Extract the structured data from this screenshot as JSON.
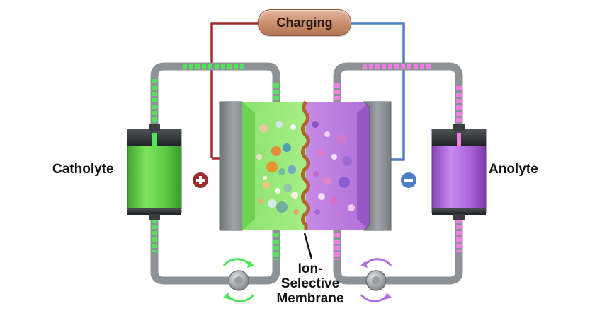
{
  "labels": {
    "charging": "Charging",
    "catholyte": "Catholyte",
    "anolyte": "Anolyte",
    "membrane_line1": "Ion-",
    "membrane_line2": "Selective",
    "membrane_line3": "Membrane"
  },
  "terminals": {
    "positive_symbol": "+",
    "negative_symbol": "−"
  },
  "colors": {
    "catholyte_green": "#5fd24a",
    "anolyte_purple": "#b56ee0",
    "flow_green": "#4ee55a",
    "flow_pink": "#f07ee4",
    "positive_wire": "#9b2d2d",
    "negative_wire": "#4f7fc4",
    "membrane_brown": "#b0652e",
    "charging_pill": "#d09a7a",
    "pipe_gray": "#8d9297"
  }
}
